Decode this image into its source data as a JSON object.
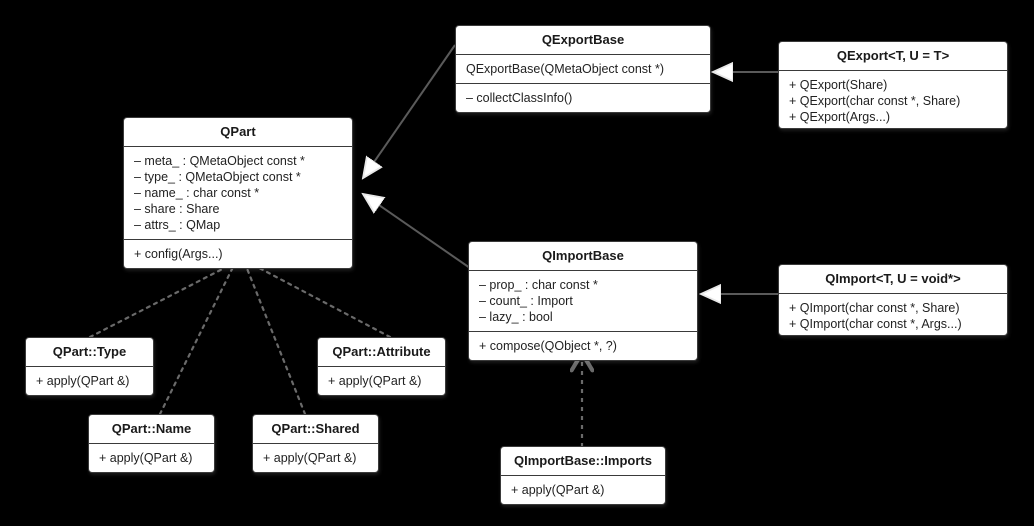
{
  "diagram": {
    "kind": "uml-class-diagram",
    "background_color": "#000000",
    "box_fill": "#ffffff",
    "box_border_color": "#3a3a3a",
    "edge_color": "#5a5a5a"
  },
  "classes": [
    {
      "id": "qexportbase",
      "name": "QExportBase",
      "sections": [
        [
          "QExportBase(QMetaObject const *)"
        ],
        [
          "– collectClassInfo()"
        ]
      ]
    },
    {
      "id": "qexport",
      "name": "QExport<T, U = T>",
      "sections": [
        [
          "+ QExport(Share)",
          "+ QExport(char const *, Share)",
          "+ QExport(Args...)"
        ]
      ]
    },
    {
      "id": "qpart",
      "name": "QPart",
      "sections": [
        [
          "– meta_ : QMetaObject const *",
          "– type_ : QMetaObject const *",
          "– name_ : char const *",
          "– share : Share",
          "– attrs_ : QMap"
        ],
        [
          "+ config(Args...)"
        ]
      ]
    },
    {
      "id": "qimportbase",
      "name": "QImportBase",
      "sections": [
        [
          "– prop_ : char const *",
          "– count_ : Import",
          "– lazy_ : bool"
        ],
        [
          "+ compose(QObject *, ?)"
        ]
      ]
    },
    {
      "id": "qimport",
      "name": "QImport<T, U = void*>",
      "sections": [
        [
          "+ QImport(char const *, Share)",
          "+ QImport(char const *, Args...)"
        ]
      ]
    },
    {
      "id": "qpart-type",
      "name": "QPart::Type",
      "sections": [
        [
          "+ apply(QPart &)"
        ]
      ]
    },
    {
      "id": "qpart-name",
      "name": "QPart::Name",
      "sections": [
        [
          "+ apply(QPart &)"
        ]
      ]
    },
    {
      "id": "qpart-shared",
      "name": "QPart::Shared",
      "sections": [
        [
          "+ apply(QPart &)"
        ]
      ]
    },
    {
      "id": "qpart-attribute",
      "name": "QPart::Attribute",
      "sections": [
        [
          "+ apply(QPart &)"
        ]
      ]
    },
    {
      "id": "qimportbase-imports",
      "name": "QImportBase::Imports",
      "sections": [
        [
          "+ apply(QPart &)"
        ]
      ]
    }
  ],
  "edges": [
    {
      "id": "e-qexportbase-qpart",
      "from": "QExportBase",
      "to": "QPart",
      "style": "solid",
      "arrow": "hollow-triangle"
    },
    {
      "id": "e-qimportbase-qpart",
      "from": "QImportBase",
      "to": "QPart",
      "style": "solid",
      "arrow": "hollow-triangle"
    },
    {
      "id": "e-qexport-qexportbase",
      "from": "QExport<T, U = T>",
      "to": "QExportBase",
      "style": "solid",
      "arrow": "hollow-triangle"
    },
    {
      "id": "e-qimport-qimportbase",
      "from": "QImport<T, U = void*>",
      "to": "QImportBase",
      "style": "solid",
      "arrow": "hollow-triangle"
    },
    {
      "id": "e-qparttype-qpart",
      "from": "QPart::Type",
      "to": "QPart",
      "style": "dashed",
      "arrow": "open"
    },
    {
      "id": "e-qpartname-qpart",
      "from": "QPart::Name",
      "to": "QPart",
      "style": "dashed",
      "arrow": "open"
    },
    {
      "id": "e-qpartshared-qpart",
      "from": "QPart::Shared",
      "to": "QPart",
      "style": "dashed",
      "arrow": "open"
    },
    {
      "id": "e-qpartattribute-qpart",
      "from": "QPart::Attribute",
      "to": "QPart",
      "style": "dashed",
      "arrow": "open"
    },
    {
      "id": "e-imports-qimportbase",
      "from": "QImportBase::Imports",
      "to": "QImportBase",
      "style": "dashed",
      "arrow": "open"
    }
  ]
}
